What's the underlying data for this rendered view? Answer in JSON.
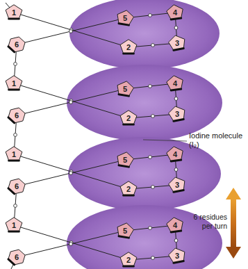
{
  "diagram": {
    "labels": [
      "1",
      "5",
      "4",
      "6",
      "2",
      "3",
      "1",
      "5",
      "4",
      "6",
      "2",
      "3",
      "1",
      "5",
      "4",
      "6",
      "2",
      "3",
      "1",
      "5",
      "4",
      "6",
      "2",
      "3",
      "Iodine molecule (I₂)",
      "6 residues per turn"
    ]
  }
}
